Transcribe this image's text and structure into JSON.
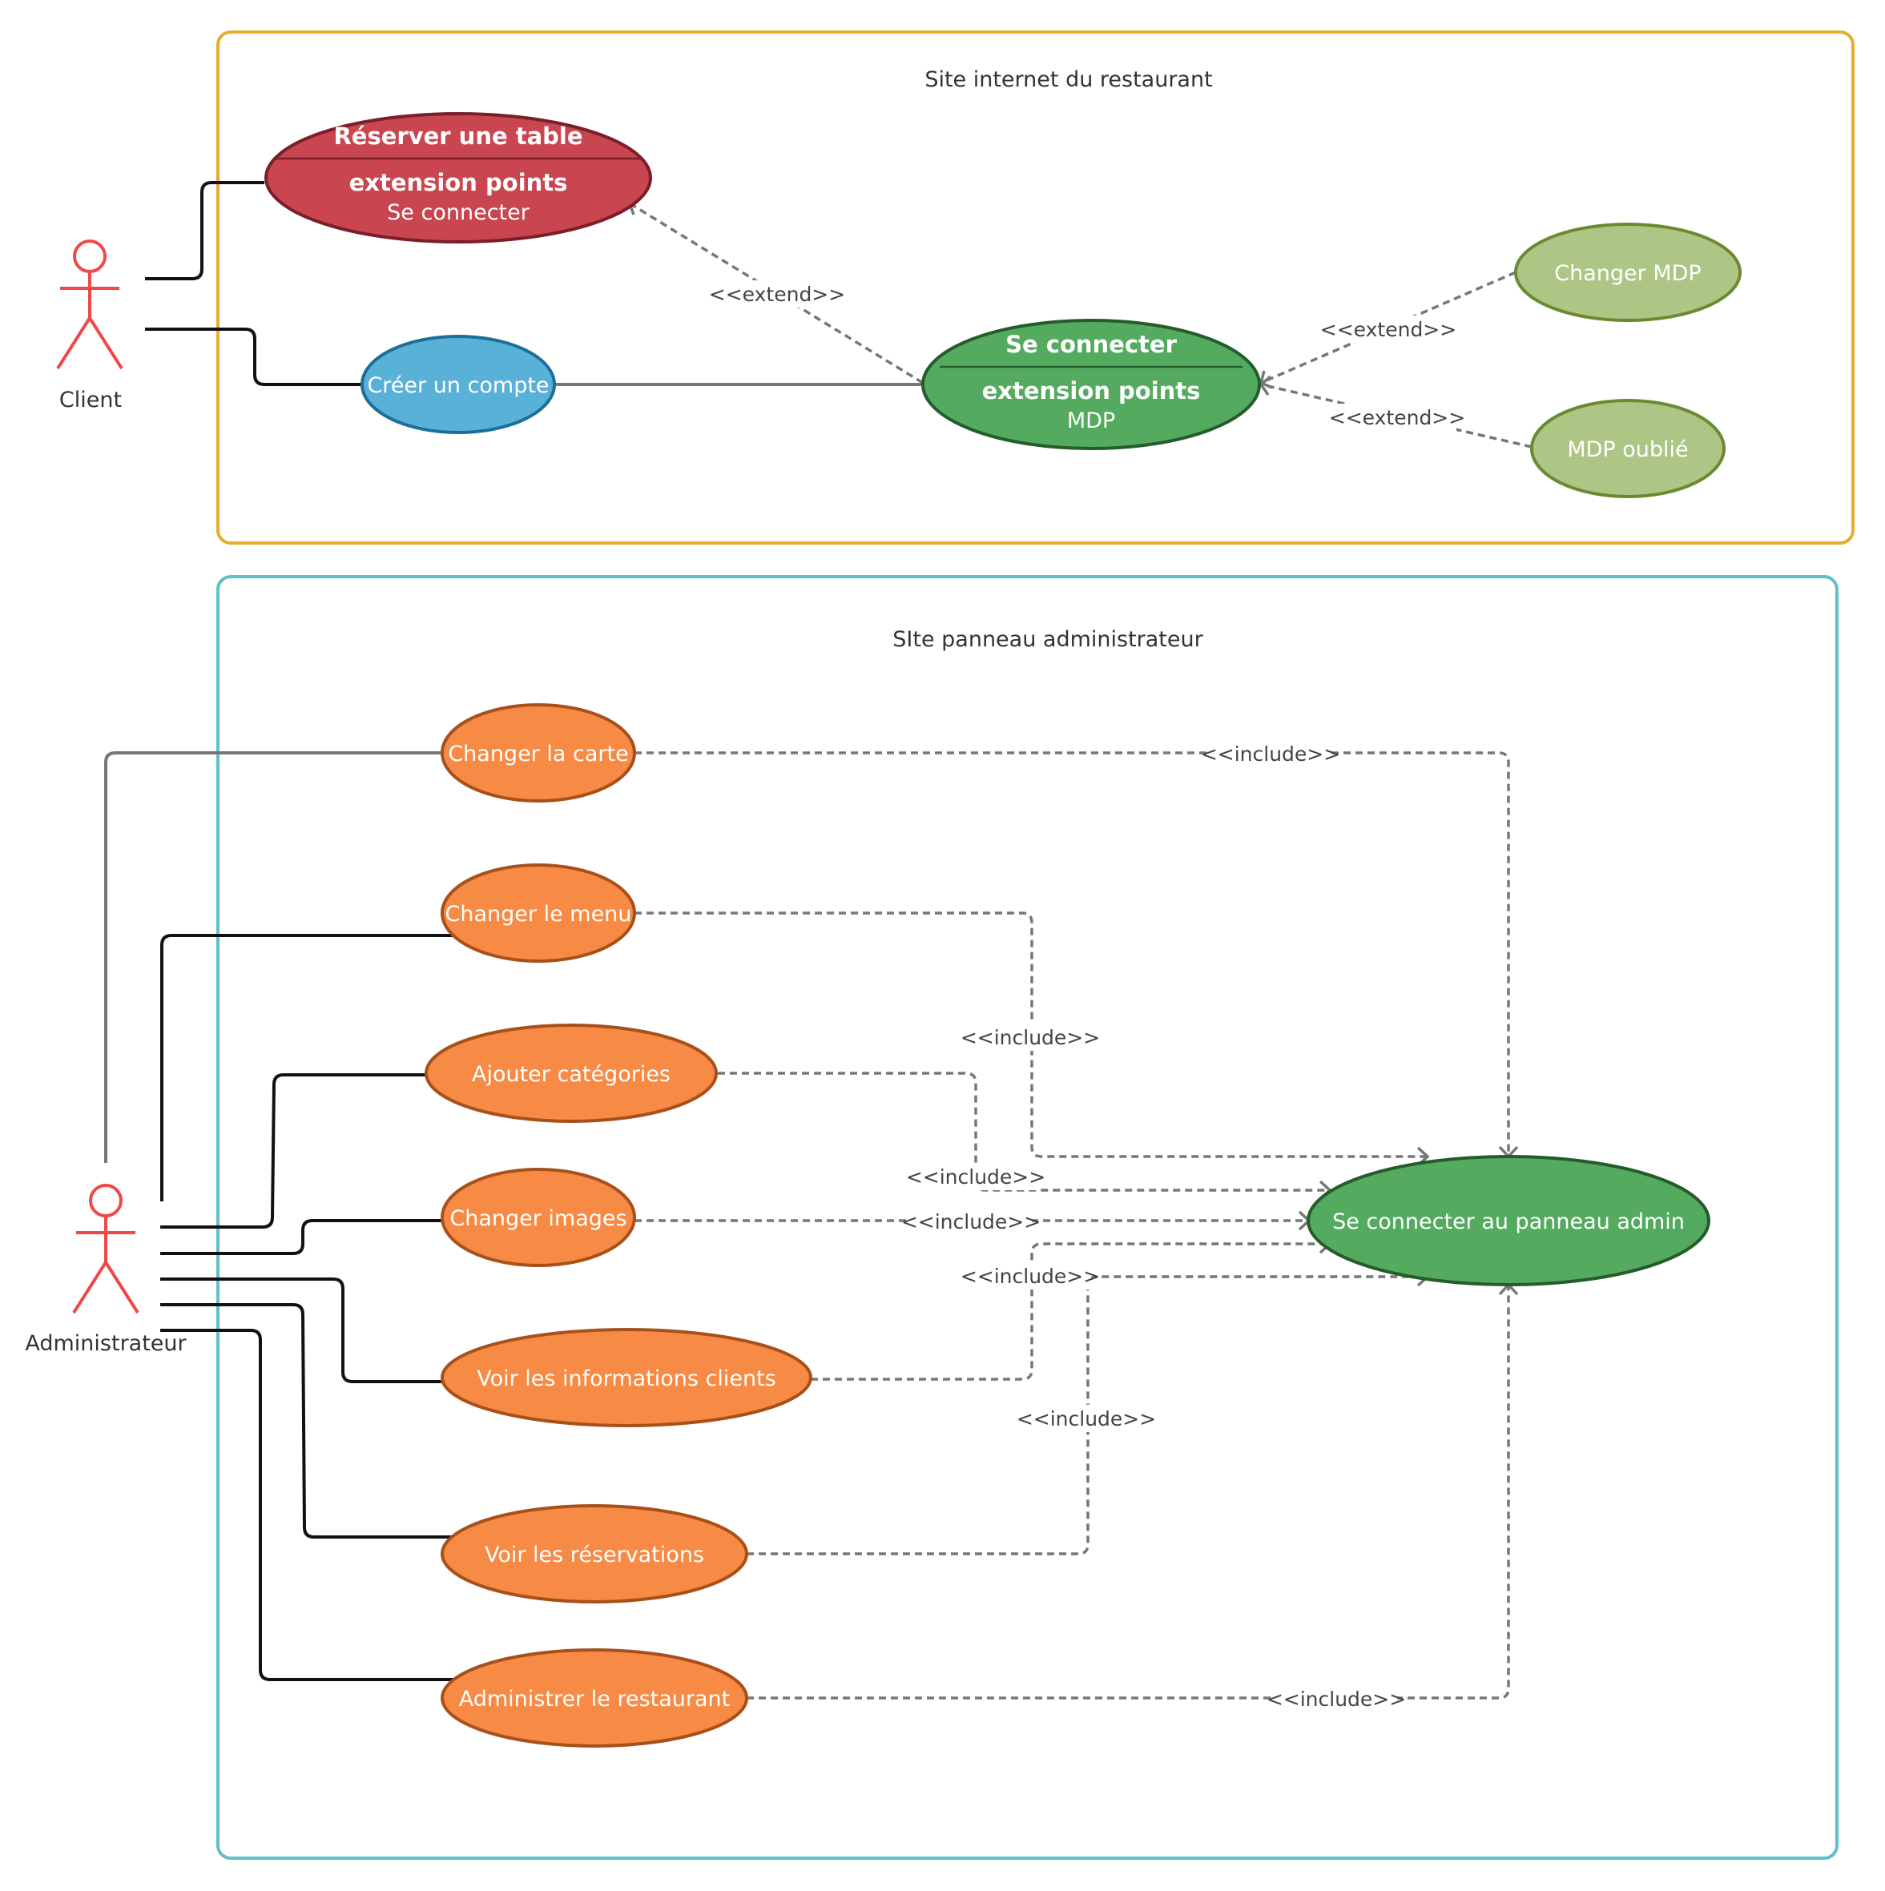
{
  "boundaries": {
    "website": {
      "title": "Site internet du restaurant",
      "color": "#e6ac2e"
    },
    "admin": {
      "title": "SIte panneau administrateur",
      "color": "#5fc0c6"
    }
  },
  "actors": {
    "client": {
      "label": "Client",
      "color": "#f04848"
    },
    "admin": {
      "label": "Administrateur",
      "color": "#f04848"
    }
  },
  "use_cases": {
    "reserver": {
      "title": "Réserver une table",
      "ext_heading": "extension points",
      "ext_point": "Se connecter",
      "fill": "#c94550"
    },
    "creer_compte": {
      "label": "Créer un compte",
      "fill": "#5ab1d8"
    },
    "se_connecter": {
      "title": "Se connecter",
      "ext_heading": "extension points",
      "ext_point": "MDP",
      "fill": "#54ab5f"
    },
    "changer_mdp": {
      "label": "Changer MDP",
      "fill": "#adc686"
    },
    "mdp_oublie": {
      "label": "MDP oublié",
      "fill": "#adc686"
    },
    "changer_carte": {
      "label": "Changer la carte",
      "fill": "#f78a44"
    },
    "changer_menu": {
      "label": "Changer le menu",
      "fill": "#f78a44"
    },
    "ajouter_categories": {
      "label": "Ajouter catégories",
      "fill": "#f78a44"
    },
    "changer_images": {
      "label": "Changer images",
      "fill": "#f78a44"
    },
    "voir_infos_clients": {
      "label": "Voir les informations clients",
      "fill": "#f78a44"
    },
    "voir_reservations": {
      "label": "Voir les réservations",
      "fill": "#f78a44"
    },
    "administrer_restaurant": {
      "label": "Administrer le restaurant",
      "fill": "#f78a44"
    },
    "connecter_panneau": {
      "label": "Se connecter au panneau admin",
      "fill": "#54ab5f"
    }
  },
  "relations": {
    "extend_reserver": "<<extend>>",
    "extend_changer_mdp": "<<extend>>",
    "extend_mdp_oublie": "<<extend>>",
    "include_carte": "<<include>>",
    "include_menu": "<<include>>",
    "include_categories": "<<include>>",
    "include_images": "<<include>>",
    "include_infos_clients": "<<include>>",
    "include_reservations": "<<include>>",
    "include_administrer": "<<include>>"
  }
}
